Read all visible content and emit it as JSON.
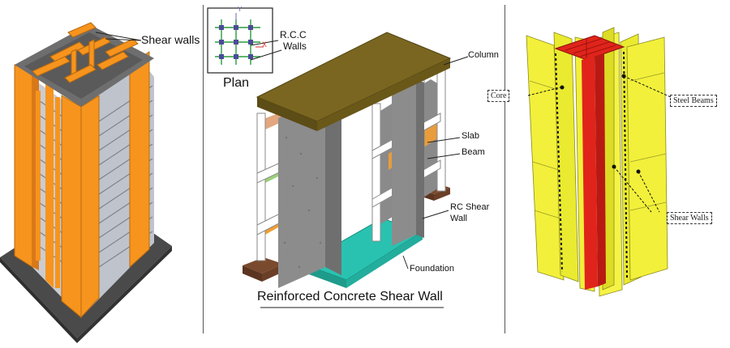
{
  "left_panel": {
    "shear_walls_label": "Shear walls"
  },
  "middle_panel": {
    "plan_caption": "Plan",
    "plan_axis_y": "Y",
    "plan_axis_x": "X",
    "rcc_walls_label_line1": "R.C.C",
    "rcc_walls_label_line2": "Walls",
    "column_label": "Column",
    "slab_label": "Slab",
    "beam_label": "Beam",
    "rc_shear_wall_line1": "RC Shear",
    "rc_shear_wall_line2": "Wall",
    "foundation_label": "Foundation",
    "title": "Reinforced Concrete Shear Wall"
  },
  "right_panel": {
    "core_label": "Core",
    "steel_beams_label": "Steel Beams",
    "shear_walls_label": "Shear Walls"
  },
  "colors": {
    "orange_wall": "#f7941d",
    "tower_gray": "#bfc3cc",
    "base_dark": "#4a4a4a",
    "roof_brown": "#7a6620",
    "concrete_gray": "#8c8c8c",
    "foundation_teal": "#29c2b0",
    "footing_brown": "#7a4a2e",
    "yellow_wall": "#f2f03a",
    "red_core": "#e0241b"
  }
}
